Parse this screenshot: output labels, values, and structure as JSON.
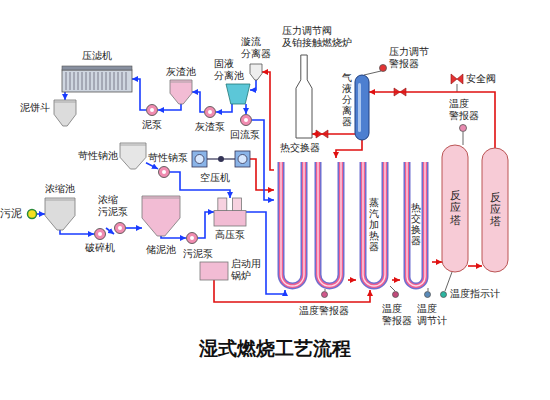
{
  "diagram": {
    "title": "湿式燃烧工艺流程",
    "nodes": [
      {
        "text": [
          "污泥"
        ]
      },
      {
        "text": [
          "浓缩池"
        ]
      },
      {
        "text": [
          "破碎机"
        ]
      },
      {
        "text": [
          "浓缩 污泥泵"
        ]
      },
      {
        "text": [
          "储泥池"
        ]
      },
      {
        "text": [
          "污泥泵"
        ]
      },
      {
        "text": [
          "苛性钠池"
        ]
      },
      {
        "text": [
          "苛性钠泵"
        ]
      },
      {
        "text": [
          "空压机"
        ]
      },
      {
        "text": [
          "高压泵"
        ]
      },
      {
        "text": [
          "启动用 锅炉"
        ]
      },
      {
        "text": [
          "热交换器"
        ]
      },
      {
        "text": [
          "蒸汽加热器"
        ]
      },
      {
        "text": [
          "热交换器"
        ]
      },
      {
        "text": [
          "反应塔"
        ]
      },
      {
        "text": [
          "反应塔"
        ]
      },
      {
        "text": [
          "气液分离器"
        ]
      },
      {
        "text": [
          "压力调节阀 及铂接触燃烧炉"
        ]
      },
      {
        "text": [
          "漩流 分离器"
        ]
      },
      {
        "text": [
          "固液 分离池"
        ]
      },
      {
        "text": [
          "回流泵"
        ]
      },
      {
        "text": [
          "灰渣泵"
        ]
      },
      {
        "text": [
          "灰渣池"
        ]
      },
      {
        "text": [
          "泥泵"
        ]
      },
      {
        "text": [
          "压滤机"
        ]
      },
      {
        "text": [
          "泥饼斗"
        ]
      },
      {
        "text": [
          "压力调节 警报器"
        ]
      },
      {
        "text": [
          "安全阀"
        ]
      },
      {
        "text": [
          "温度 警报器"
        ]
      },
      {
        "text": [
          "温度警报器"
        ]
      },
      {
        "text": [
          "温度 警报器"
        ]
      },
      {
        "text": [
          "温度 调节计"
        ]
      },
      {
        "text": [
          "温度指示计"
        ]
      }
    ],
    "edges": [
      {
        "from": 0,
        "to": 1,
        "arrow": "to"
      },
      {
        "from": 1,
        "to": 2,
        "arrow": "to"
      },
      {
        "from": 2,
        "to": 3,
        "arrow": "to"
      },
      {
        "from": 3,
        "to": 4,
        "arrow": "to"
      },
      {
        "from": 4,
        "to": 5,
        "arrow": "to"
      },
      {
        "from": 5,
        "to": 9,
        "arrow": "to"
      },
      {
        "from": 6,
        "to": 7,
        "arrow": "to"
      },
      {
        "from": 7,
        "to": 9,
        "arrow": "to"
      },
      {
        "from": 8,
        "to": 11,
        "arrow": "to"
      },
      {
        "from": 9,
        "to": 11,
        "arrow": "to"
      },
      {
        "from": 10,
        "to": 12,
        "arrow": "to"
      },
      {
        "from": 11,
        "to": 12,
        "arrow": "to"
      },
      {
        "from": 12,
        "to": 13,
        "arrow": "to"
      },
      {
        "from": 13,
        "to": 14,
        "arrow": "to"
      },
      {
        "from": 14,
        "to": 15,
        "arrow": "to"
      },
      {
        "from": 15,
        "to": 16,
        "arrow": "to"
      },
      {
        "from": 16,
        "to": 17,
        "arrow": "to"
      },
      {
        "from": 16,
        "to": 11,
        "arrow": "to"
      },
      {
        "from": 11,
        "to": 18,
        "arrow": "to"
      },
      {
        "from": 18,
        "to": 19,
        "arrow": "to"
      },
      {
        "from": 19,
        "to": 20,
        "arrow": "to"
      },
      {
        "from": 20,
        "to": 11,
        "arrow": "to"
      },
      {
        "from": 19,
        "to": 21,
        "arrow": "to"
      },
      {
        "from": 21,
        "to": 22,
        "arrow": "to"
      },
      {
        "from": 22,
        "to": 23,
        "arrow": "to"
      },
      {
        "from": 23,
        "to": 24,
        "arrow": "to"
      },
      {
        "from": 24,
        "to": 25,
        "arrow": "to"
      }
    ]
  }
}
